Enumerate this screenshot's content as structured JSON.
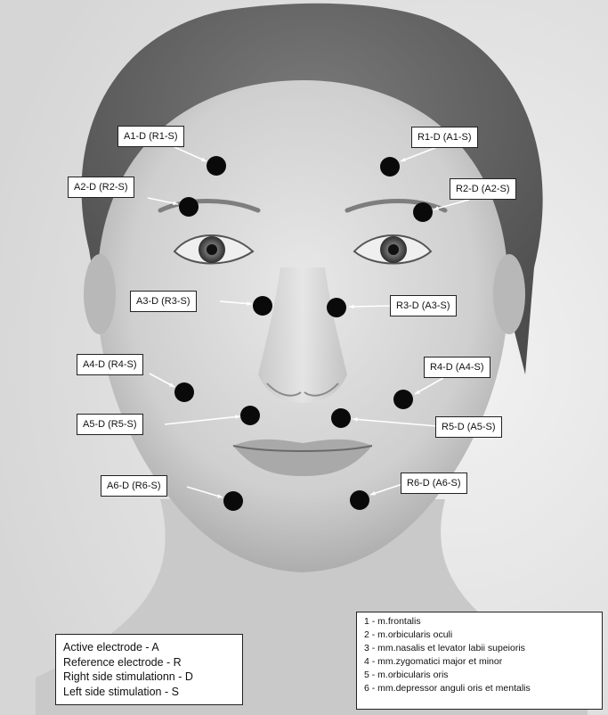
{
  "electrode_labels": [
    {
      "id": "a1",
      "text": "A1-D (R1-S)"
    },
    {
      "id": "r1",
      "text": "R1-D (A1-S)"
    },
    {
      "id": "a2",
      "text": "A2-D (R2-S)"
    },
    {
      "id": "r2",
      "text": "R2-D (A2-S)"
    },
    {
      "id": "a3",
      "text": "A3-D (R3-S)"
    },
    {
      "id": "r3",
      "text": "R3-D (A3-S)"
    },
    {
      "id": "a4",
      "text": "A4-D (R4-S)"
    },
    {
      "id": "r4",
      "text": "R4-D (A4-S)"
    },
    {
      "id": "a5",
      "text": "A5-D (R5-S)"
    },
    {
      "id": "r5",
      "text": "R5-D (A5-S)"
    },
    {
      "id": "a6",
      "text": "A6-D (R6-S)"
    },
    {
      "id": "r6",
      "text": "R6-D (A6-S)"
    }
  ],
  "legend_key": [
    "Active electrode - A",
    "Reference electrode - R",
    "Right side stimulationn - D",
    "Left side stimulation - S"
  ],
  "legend_muscles": [
    "1 - m.frontalis",
    "2 - m.orbicularis oculi",
    "3 - mm.nasalis et levator labii supeioris",
    "4 - mm.zygomatici major et minor",
    "5 - m.orbicularis oris",
    "6 - mm.depressor anguli oris et mentalis"
  ],
  "colors": {
    "electrode": "#0a0a0a",
    "label_border": "#222222",
    "photo_bg": "#e6e6e6"
  }
}
